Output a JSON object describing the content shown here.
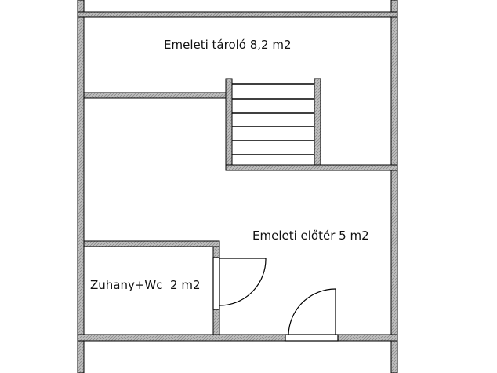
{
  "rooms": {
    "upper_storage": "Emeleti tároló 8,2 m2",
    "hall": "Emeleti előtér 5 m2",
    "bathroom": "Zuhany+Wc  2 m2"
  },
  "colors": {
    "wall_fill": "#b8b8b8",
    "line": "#000000",
    "background": "#ffffff"
  }
}
